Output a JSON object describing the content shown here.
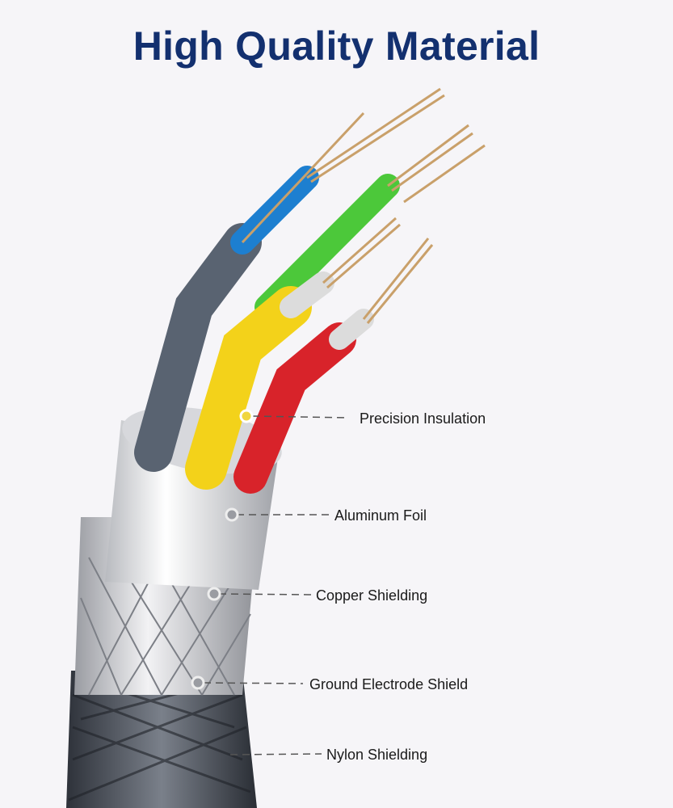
{
  "title": "High Quality Material",
  "labels": {
    "precision_insulation": "Precision Insulation",
    "aluminum_foil": "Aluminum Foil",
    "copper_shielding": "Copper Shielding",
    "ground_electrode_shield": "Ground Electrode Shield",
    "nylon_shielding": "Nylon Shielding"
  },
  "colors": {
    "title": "#13306f",
    "wire_blue": "#1d7fd0",
    "wire_green": "#4cc83a",
    "wire_grey": "#596371",
    "wire_yellow": "#f3d21a",
    "wire_red": "#d8232a",
    "copper": "#c9a06a"
  }
}
